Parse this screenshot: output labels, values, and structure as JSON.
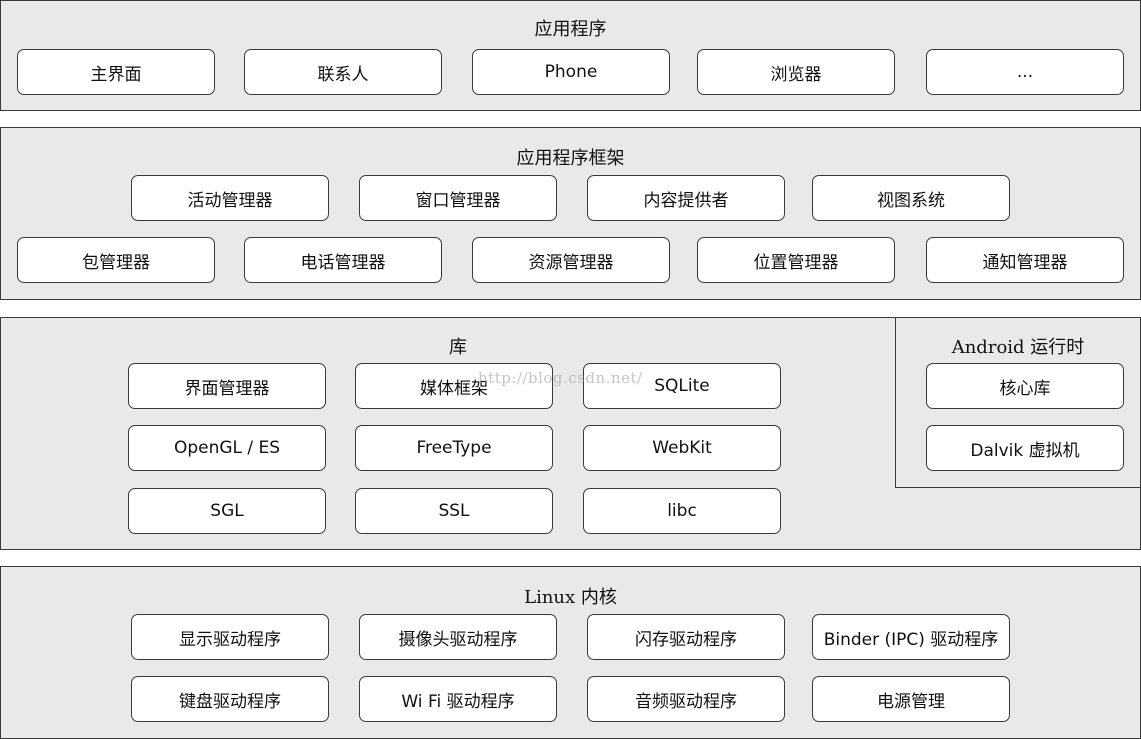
{
  "apps": {
    "title": "应用程序",
    "items": [
      "主界面",
      "联系人",
      "Phone",
      "浏览器",
      "..."
    ]
  },
  "framework": {
    "title": "应用程序框架",
    "row1": [
      "活动管理器",
      "窗口管理器",
      "内容提供者",
      "视图系统"
    ],
    "row2": [
      "包管理器",
      "电话管理器",
      "资源管理器",
      "位置管理器",
      "通知管理器"
    ]
  },
  "libraries": {
    "title": "库",
    "row1": [
      "界面管理器",
      "媒体框架",
      "SQLite"
    ],
    "row2": [
      "OpenGL / ES",
      "FreeType",
      "WebKit"
    ],
    "row3": [
      "SGL",
      "SSL",
      "libc"
    ]
  },
  "runtime": {
    "title": "Android 运行时",
    "items": [
      "核心库",
      "Dalvik 虚拟机"
    ]
  },
  "kernel": {
    "title": "Linux 内核",
    "row1": [
      "显示驱动程序",
      "摄像头驱动程序",
      "闪存驱动程序",
      "Binder (IPC) 驱动程序"
    ],
    "row2": [
      "键盘驱动程序",
      "Wi Fi 驱动程序",
      "音频驱动程序",
      "电源管理"
    ]
  },
  "watermark": "http://blog.csdn.net/"
}
